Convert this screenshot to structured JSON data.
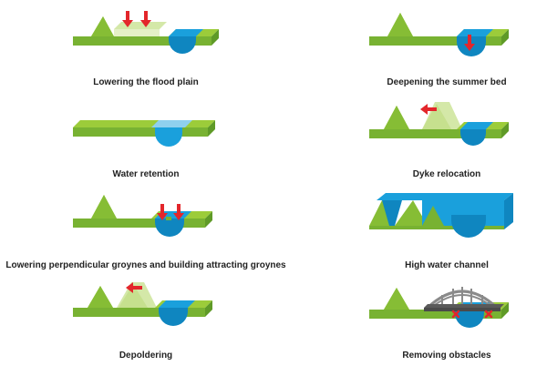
{
  "colors": {
    "grass_top": "#9ccc3a",
    "grass_front": "#78b232",
    "grass_side": "#5f9a27",
    "water": "#1aa0dc",
    "water_dark": "#0f86c0",
    "water_light": "#8fd0ee",
    "ghost": "#d4e8a8",
    "arrow": "#e3262b",
    "bridge": "#8a8a8a",
    "bridge_dark": "#5a5a5a"
  },
  "panels": [
    {
      "id": "lowering-flood-plain",
      "caption": "Lowering the flood plain"
    },
    {
      "id": "deepening-summer-bed",
      "caption": "Deepening the summer bed"
    },
    {
      "id": "water-retention",
      "caption": "Water retention"
    },
    {
      "id": "dyke-relocation",
      "caption": "Dyke relocation"
    },
    {
      "id": "lowering-groynes",
      "caption": "Lowering perpendicular groynes and building attracting groynes"
    },
    {
      "id": "high-water-channel",
      "caption": "High water channel"
    },
    {
      "id": "depoldering",
      "caption": "Depoldering"
    },
    {
      "id": "removing-obstacles",
      "caption": "Removing obstacles"
    }
  ]
}
